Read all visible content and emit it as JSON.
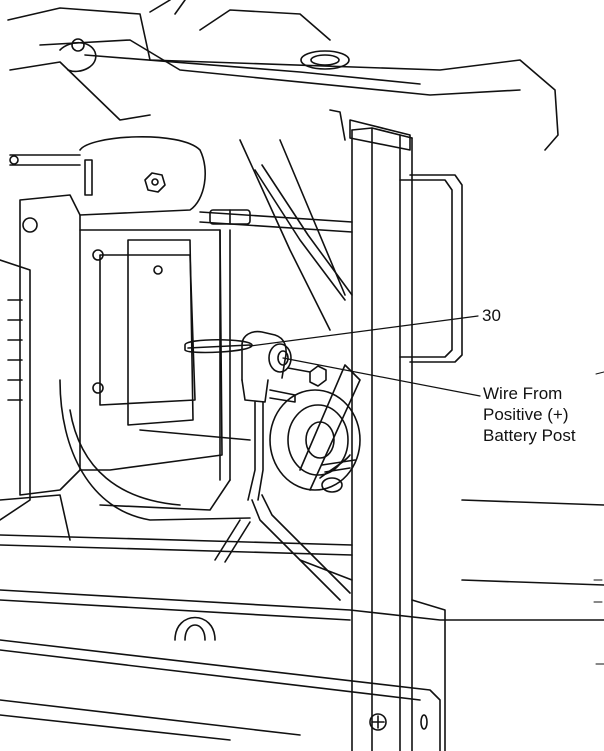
{
  "callouts": {
    "part_number": "30",
    "wire_label": {
      "line1": "Wire From",
      "line2": "Positive (+)",
      "line3": "Battery Post"
    }
  },
  "colors": {
    "line": "#111111",
    "background": "#ffffff"
  }
}
